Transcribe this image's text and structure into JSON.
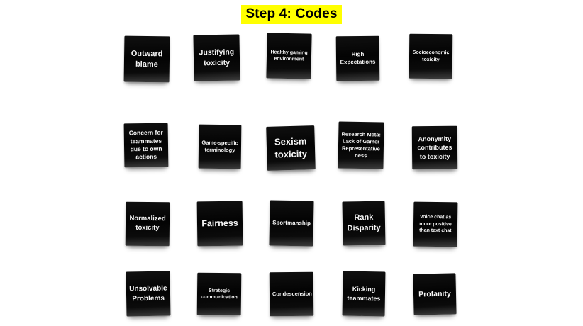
{
  "title": "Step 4: Codes",
  "colors": {
    "title_highlight": "#ffff00",
    "title_text": "#000000",
    "note_background": "#0a0a0a",
    "note_text": "#ffffff",
    "page_background": "#ffffff"
  },
  "notes": [
    {
      "label": "Outward blame"
    },
    {
      "label": "Justifying toxicity"
    },
    {
      "label": "Healthy gaming environment"
    },
    {
      "label": "High Expectations"
    },
    {
      "label": "Socioeconomic toxicity"
    },
    {
      "label": "Concern for teammates due to own actions"
    },
    {
      "label": "Game-specific terminology"
    },
    {
      "label": "Sexism toxicity"
    },
    {
      "label": "Research Meta: Lack of Gamer Representativeness"
    },
    {
      "label": "Anonymity contributes to toxicity"
    },
    {
      "label": "Normalized toxicity"
    },
    {
      "label": "Fairness"
    },
    {
      "label": "Sportmanship"
    },
    {
      "label": "Rank Disparity"
    },
    {
      "label": "Voice chat as more positive than text chat"
    },
    {
      "label": "Unsolvable Problems"
    },
    {
      "label": "Strategic communication"
    },
    {
      "label": "Condescension"
    },
    {
      "label": "Kicking teammates"
    },
    {
      "label": "Profanity"
    }
  ]
}
